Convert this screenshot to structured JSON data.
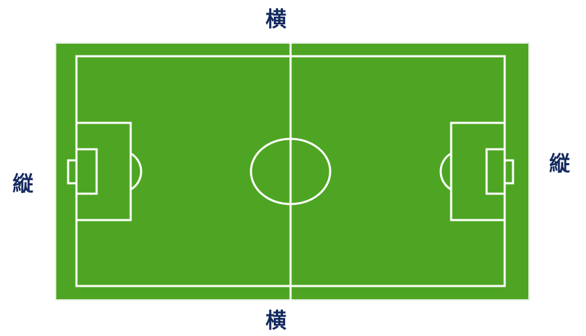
{
  "labels": {
    "top": "横",
    "bottom": "横",
    "left": "縦",
    "right": "縦"
  },
  "colors": {
    "grass": "#4ea523",
    "grass_edge": "#e6efe0",
    "line": "#ffffff",
    "label_text": "#13295e"
  }
}
